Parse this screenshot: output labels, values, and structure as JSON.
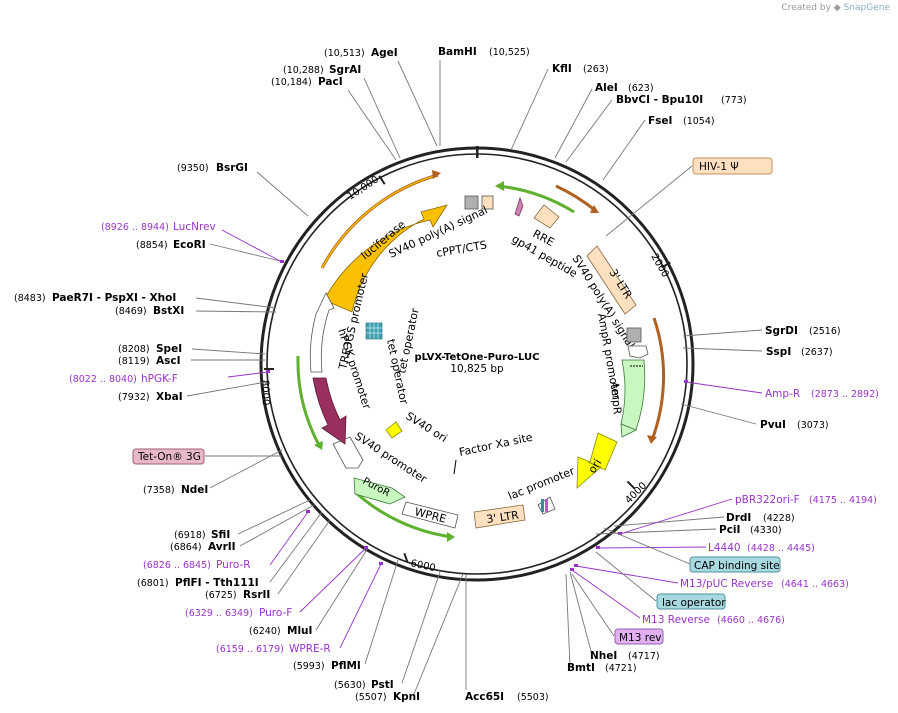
{
  "watermark": {
    "created_by": "Created by",
    "brand": "SnapGene"
  },
  "plasmid": {
    "name": "pLVX-TetOne-Puro-LUC",
    "length": "10,825 bp",
    "total_bp": 10825
  },
  "ticks": [
    {
      "label": "2000",
      "bp": 2000
    },
    {
      "label": "4000",
      "bp": 4000
    },
    {
      "label": "6000",
      "bp": 6000
    },
    {
      "label": "8000",
      "bp": 8000
    },
    {
      "label": "10,000",
      "bp": 10000
    }
  ],
  "sites": [
    {
      "name": "AgeI",
      "pos": "(10,513)",
      "bp": 10513,
      "side": "left"
    },
    {
      "name": "BamHI",
      "pos": "(10,525)",
      "bp": 10525,
      "side": "right"
    },
    {
      "name": "SgrAI",
      "pos": "(10,288)",
      "bp": 10288,
      "side": "left"
    },
    {
      "name": "PacI",
      "pos": "(10,184)",
      "bp": 10184,
      "side": "left"
    },
    {
      "name": "BsrGI",
      "pos": "(9350)",
      "bp": 9350,
      "side": "left"
    },
    {
      "name": "EcoRI",
      "pos": "(8854)",
      "bp": 8854,
      "side": "left"
    },
    {
      "name": "PaeR7I - PspXI - XhoI",
      "pos": "(8483)",
      "bp": 8483,
      "side": "left"
    },
    {
      "name": "BstXI",
      "pos": "(8469)",
      "bp": 8469,
      "side": "left"
    },
    {
      "name": "SpeI",
      "pos": "(8208)",
      "bp": 8208,
      "side": "left"
    },
    {
      "name": "AscI",
      "pos": "(8119)",
      "bp": 8119,
      "side": "left"
    },
    {
      "name": "XbaI",
      "pos": "(7932)",
      "bp": 7932,
      "side": "left"
    },
    {
      "name": "NdeI",
      "pos": "(7358)",
      "bp": 7358,
      "side": "left"
    },
    {
      "name": "SfiI",
      "pos": "(6918)",
      "bp": 6918,
      "side": "left"
    },
    {
      "name": "AvrII",
      "pos": "(6864)",
      "bp": 6864,
      "side": "left"
    },
    {
      "name": "PflFI - Tth111I",
      "pos": "(6801)",
      "bp": 6801,
      "side": "left"
    },
    {
      "name": "RsrII",
      "pos": "(6725)",
      "bp": 6725,
      "side": "left"
    },
    {
      "name": "MluI",
      "pos": "(6240)",
      "bp": 6240,
      "side": "left"
    },
    {
      "name": "PflMI",
      "pos": "(5993)",
      "bp": 5993,
      "side": "left"
    },
    {
      "name": "PstI",
      "pos": "(5630)",
      "bp": 5630,
      "side": "left"
    },
    {
      "name": "KpnI",
      "pos": "(5507)",
      "bp": 5507,
      "side": "left"
    },
    {
      "name": "Acc65I",
      "pos": "(5503)",
      "bp": 5503,
      "side": "right"
    },
    {
      "name": "KflI",
      "pos": "(263)",
      "bp": 263,
      "side": "right"
    },
    {
      "name": "AleI",
      "pos": "(623)",
      "bp": 623,
      "side": "right"
    },
    {
      "name": "BbvCI - Bpu10I",
      "pos": "(773)",
      "bp": 773,
      "side": "right"
    },
    {
      "name": "FseI",
      "pos": "(1054)",
      "bp": 1054,
      "side": "right"
    },
    {
      "name": "SgrDI",
      "pos": "(2516)",
      "bp": 2516,
      "side": "right"
    },
    {
      "name": "SspI",
      "pos": "(2637)",
      "bp": 2637,
      "side": "right"
    },
    {
      "name": "PvuI",
      "pos": "(3073)",
      "bp": 3073,
      "side": "right"
    },
    {
      "name": "DrdI",
      "pos": "(4228)",
      "bp": 4228,
      "side": "right"
    },
    {
      "name": "PciI",
      "pos": "(4330)",
      "bp": 4330,
      "side": "right"
    },
    {
      "name": "NheI",
      "pos": "(4717)",
      "bp": 4717,
      "side": "right"
    },
    {
      "name": "BmtI",
      "pos": "(4721)",
      "bp": 4721,
      "side": "right"
    }
  ],
  "primers": [
    {
      "name": "LucNrev",
      "range": "(8926 .. 8944)",
      "bp": 8935,
      "side": "left"
    },
    {
      "name": "hPGK-F",
      "range": "(8022 .. 8040)",
      "bp": 8031,
      "side": "left"
    },
    {
      "name": "Puro-R",
      "range": "(6826 .. 6845)",
      "bp": 6835,
      "side": "left"
    },
    {
      "name": "Puro-F",
      "range": "(6329 .. 6349)",
      "bp": 6339,
      "side": "left"
    },
    {
      "name": "WPRE-R",
      "range": "(6159 .. 6179)",
      "bp": 6169,
      "side": "left"
    },
    {
      "name": "Amp-R",
      "range": "(2873 .. 2892)",
      "bp": 2882,
      "side": "right"
    },
    {
      "name": "pBR322ori-F",
      "range": "(4175 .. 4194)",
      "bp": 4184,
      "side": "right"
    },
    {
      "name": "L4440",
      "range": "(4428 .. 4445)",
      "bp": 4436,
      "side": "right"
    },
    {
      "name": "M13/pUC Reverse",
      "range": "(4641 .. 4663)",
      "bp": 4652,
      "side": "right"
    },
    {
      "name": "M13 Reverse",
      "range": "(4660 .. 4676)",
      "bp": 4668,
      "side": "right"
    }
  ],
  "boxed_features": [
    {
      "name": "HIV-1 Ψ",
      "color": "#fde0c0",
      "border": "#c89060"
    },
    {
      "name": "Tet-On® 3G",
      "color": "#e8b8c8",
      "border": "#a06070"
    },
    {
      "name": "CAP binding site",
      "color": "#a8d8e0",
      "border": "#5090a0"
    },
    {
      "name": "lac operator",
      "color": "#a8d8e0",
      "border": "#5090a0"
    },
    {
      "name": "M13 rev",
      "color": "#e0b0f0",
      "border": "#9060b0"
    }
  ],
  "inner_features": [
    {
      "name": "luciferase",
      "color": "#f8c000"
    },
    {
      "name": "SV40 poly(A) signal",
      "color": "#c8c8c8"
    },
    {
      "name": "cPPT/CTS",
      "color": "#fde0c0"
    },
    {
      "name": "RRE",
      "color": "#fde0c0"
    },
    {
      "name": "gp41 peptide",
      "color": "#d080b0"
    },
    {
      "name": "3' LTR",
      "color": "#fde0c0"
    },
    {
      "name": "SV40 poly(A) signal",
      "color": "#c8c8c8"
    },
    {
      "name": "AmpR promoter",
      "color": "#ffffff"
    },
    {
      "name": "AmpR",
      "color": "#c8f8c0"
    },
    {
      "name": "ori",
      "color": "#ffff00"
    },
    {
      "name": "lac promoter",
      "color": "#ffffff"
    },
    {
      "name": "3' LTR",
      "color": "#fde0c0"
    },
    {
      "name": "WPRE",
      "color": "#ffffff"
    },
    {
      "name": "PuroR",
      "color": "#c8f8c0"
    },
    {
      "name": "SV40 promoter",
      "color": "#ffffff"
    },
    {
      "name": "hPGK promoter",
      "color": "#9a3060"
    },
    {
      "name": "TRE3GS promoter",
      "color": "#ffffff"
    },
    {
      "name": "tet operator",
      "color": "#40a0b0"
    },
    {
      "name": "tet operator",
      "color": "#40a0b0"
    },
    {
      "name": "SV40 ori",
      "color": "#ffff00"
    },
    {
      "name": "Factor Xa site",
      "color": "#000000"
    }
  ],
  "colors": {
    "enzyme_line": "#777777",
    "primer": "#9933cc",
    "backbone": "#222222",
    "arc_outline_brown": "#b06020",
    "arc_outline_green": "#60b030"
  }
}
